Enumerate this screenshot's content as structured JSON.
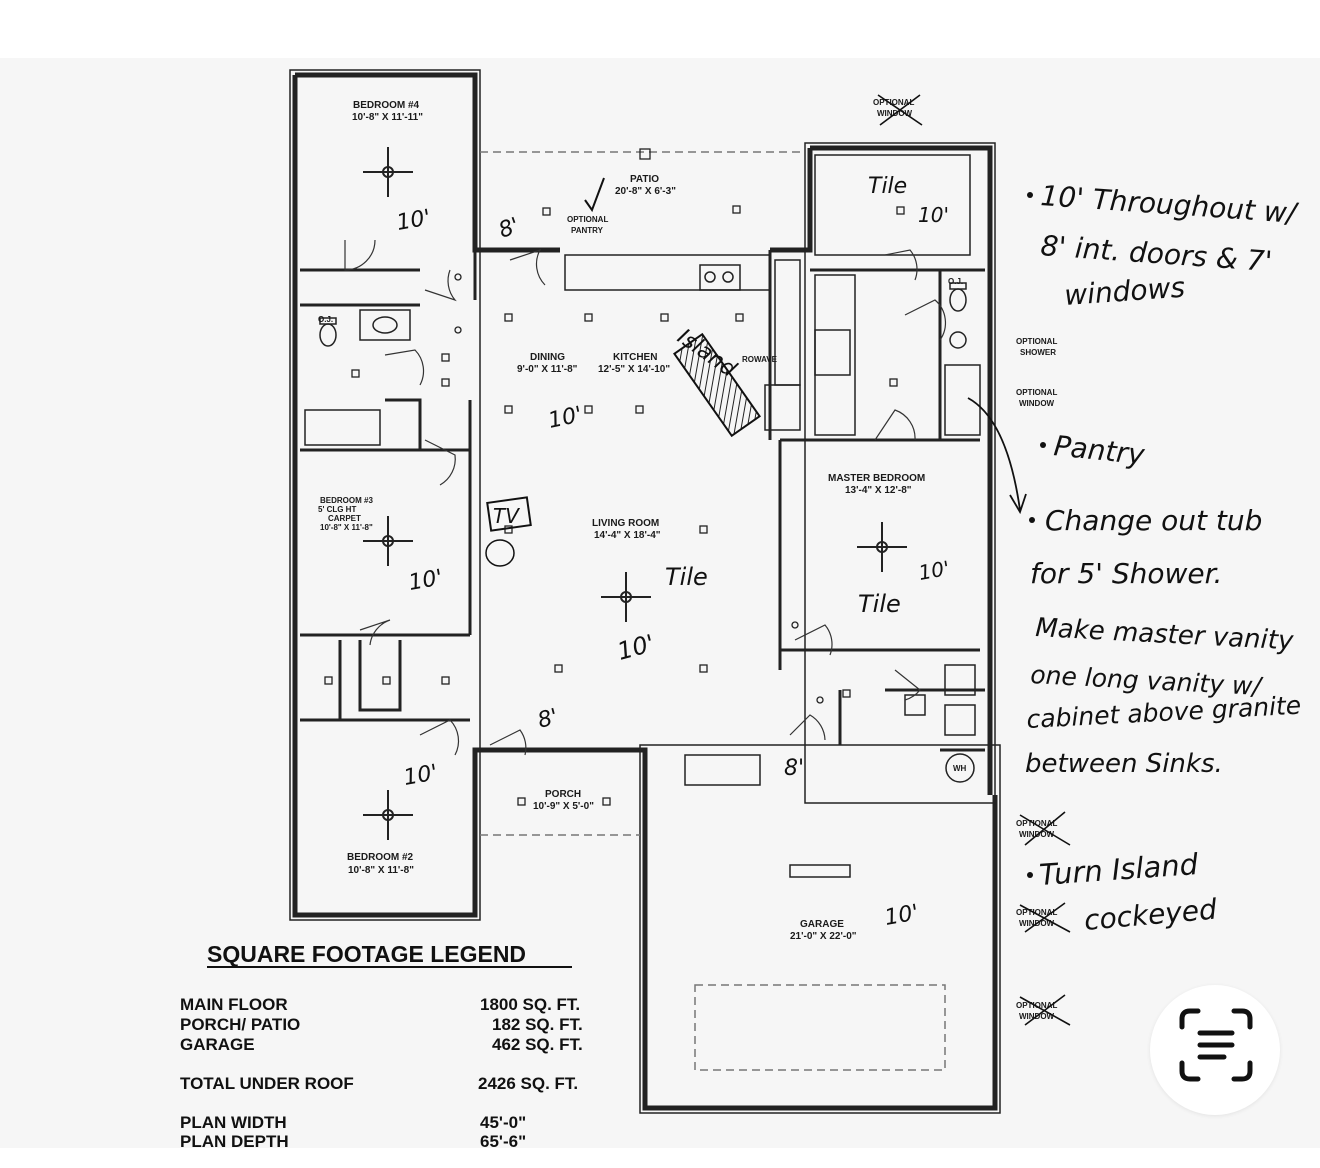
{
  "plan": {
    "rooms": {
      "bedroom4": {
        "name": "BEDROOM #4",
        "dims": "10'-8\" X 11'-11\""
      },
      "patio": {
        "name": "PATIO",
        "dims": "20'-8\" X 6'-3\""
      },
      "optional_pantry": {
        "line1": "OPTIONAL",
        "line2": "PANTRY"
      },
      "dining": {
        "name": "DINING",
        "dims": "9'-0\" X 11'-8\""
      },
      "kitchen": {
        "name": "KITCHEN",
        "dims": "12'-5\" X 14'-10\""
      },
      "microwave": "ROWAVE",
      "bedroom3": {
        "name": "BEDROOM #3",
        "line2": "5' CLG HT",
        "line3": "CARPET",
        "dims": "10'-8\" X 11'-8\""
      },
      "living": {
        "name": "LIVING ROOM",
        "dims": "14'-4\" X 18'-4\""
      },
      "master": {
        "name": "MASTER BEDROOM",
        "dims": "13'-4\" X 12'-8\""
      },
      "porch": {
        "name": "PORCH",
        "dims": "10'-9\" X 5'-0\""
      },
      "bedroom2": {
        "name": "BEDROOM #2",
        "dims": "10'-8\" X 11'-8\""
      },
      "garage": {
        "name": "GARAGE",
        "dims": "21'-0\" X 22'-0\""
      },
      "oj_left": "O.J.",
      "oj_right": "O.J.",
      "wh": "WH"
    },
    "right_labels": {
      "opt_window_top": {
        "line1": "OPTIONAL",
        "line2": "WINDOW"
      },
      "opt_shower": {
        "line1": "OPTIONAL",
        "line2": "SHOWER"
      },
      "opt_window_mid": {
        "line1": "OPTIONAL",
        "line2": "WINDOW"
      },
      "opt_window_g1": {
        "line1": "OPTIONAL",
        "line2": "WINDOW"
      },
      "opt_window_g2": {
        "line1": "OPTIONAL",
        "line2": "WINDOW"
      },
      "opt_window_g3": {
        "line1": "OPTIONAL",
        "line2": "WINDOW"
      }
    }
  },
  "handwritten": {
    "marks": {
      "ten_b4": "10'",
      "eight_patio": "8'",
      "ten_master_bath": "10'",
      "tile_bath": "Tile",
      "island": "Island",
      "ten_dining": "10'",
      "tv": "TV",
      "ten_b3": "10'",
      "tile_living": "Tile",
      "ten_living": "10'",
      "ten_master": "10'",
      "tile_master": "Tile",
      "eight_hall": "8'",
      "eight_laundry": "8'",
      "ten_b2": "10'",
      "ten_garage": "10'"
    },
    "notes": {
      "n1_line1": "10' Throughout w/",
      "n1_line2": "8' int. doors & 7'",
      "n1_line3": "windows",
      "n2": "Pantry",
      "n3_line1": "Change  out tub",
      "n3_line2": "for  5' Shower.",
      "n3_line3": "Make master vanity",
      "n3_line4": "one long vanity w/",
      "n3_line5": "cabinet above granite",
      "n3_line6": "between  Sinks.",
      "n4_line1": "Turn  Island",
      "n4_line2": "cockeyed"
    }
  },
  "legend": {
    "title": "SQUARE FOOTAGE LEGEND",
    "rows": [
      {
        "label": "MAIN FLOOR",
        "value": "1800 SQ. FT."
      },
      {
        "label": "PORCH/ PATIO",
        "value": "182 SQ. FT."
      },
      {
        "label": "GARAGE",
        "value": "462 SQ. FT."
      },
      {
        "label": "TOTAL UNDER ROOF",
        "value": "2426 SQ. FT."
      },
      {
        "label": "PLAN WIDTH",
        "value": "45'-0\""
      },
      {
        "label": "PLAN DEPTH",
        "value": "65'-6\""
      }
    ]
  },
  "ui": {
    "scan_button_icon": "text-scan-icon"
  }
}
